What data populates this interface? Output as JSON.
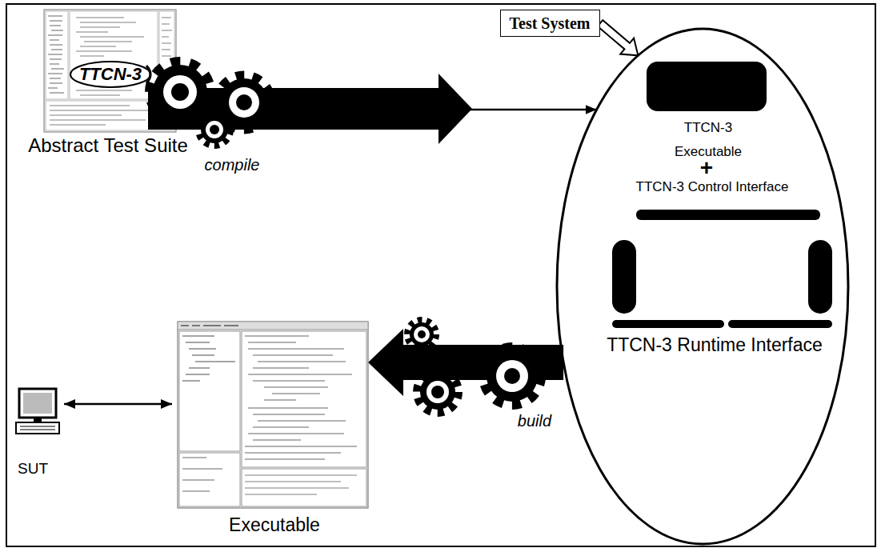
{
  "diagram": {
    "nodes": [
      {
        "text": [
          "TTCN-3",
          "Abstract Test Suite"
        ]
      },
      {
        "text": [
          "Test System"
        ]
      },
      {
        "text": [
          "TTCN-3 Executable",
          "+",
          "TTCN-3 Control Interface",
          "TTCN-3 Runtime Interface"
        ]
      },
      {
        "text": [
          "Executable"
        ]
      },
      {
        "text": [
          "SUT"
        ]
      }
    ],
    "edges": [
      {
        "from": 0,
        "to": 2,
        "arrow": "to",
        "label": "compile"
      },
      {
        "from": 1,
        "to": 2,
        "arrow": "to"
      },
      {
        "from": 2,
        "to": 3,
        "arrow": "to",
        "label": "build"
      },
      {
        "from": 4,
        "to": 3,
        "arrow": "both"
      }
    ]
  }
}
